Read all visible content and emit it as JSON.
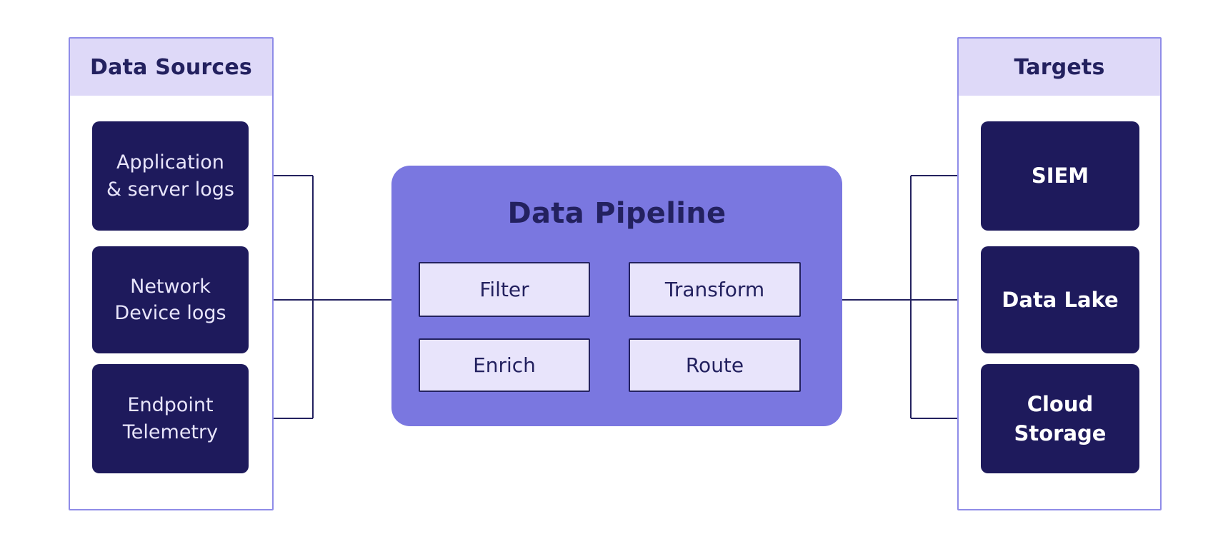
{
  "colors": {
    "panel_border": "#8f8ce8",
    "panel_header_bg": "#ded9f8",
    "node_bg": "#1e1a5c",
    "pipeline_bg": "#7a77e0",
    "stage_bg": "#e8e4fb",
    "ink": "#23215f",
    "node_text": "#e8e5fb",
    "target_text": "#ffffff"
  },
  "sources": {
    "header": "Data Sources",
    "items": [
      "Application\n& server logs",
      "Network\nDevice logs",
      "Endpoint\nTelemetry"
    ]
  },
  "pipeline": {
    "title": "Data Pipeline",
    "stages": [
      "Filter",
      "Transform",
      "Enrich",
      "Route"
    ]
  },
  "targets": {
    "header": "Targets",
    "items": [
      "SIEM",
      "Data Lake",
      "Cloud\nStorage"
    ]
  }
}
